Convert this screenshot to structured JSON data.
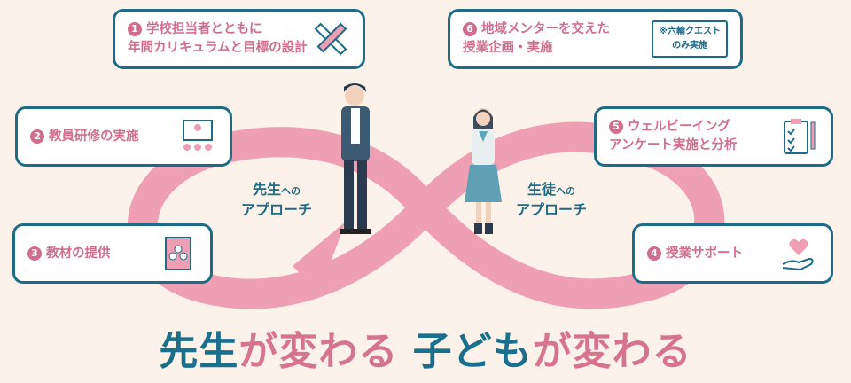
{
  "items": [
    {
      "num": "1",
      "line1": "学校担当者とともに",
      "line2": "年間カリキュラムと目標の設計",
      "icon": "pencil-ruler-icon"
    },
    {
      "num": "2",
      "line1": "教員研修の実施",
      "icon": "training-presentation-icon"
    },
    {
      "num": "3",
      "line1": "教材の提供",
      "icon": "textbook-icon"
    },
    {
      "num": "4",
      "line1": "授業サポート",
      "icon": "heart-hand-icon"
    },
    {
      "num": "5",
      "line1": "ウェルビーイング",
      "line2": "アンケート実施と分析",
      "icon": "clipboard-checklist-icon"
    },
    {
      "num": "6",
      "line1": "地域メンターを交えた",
      "line2": "授業企画・実施",
      "note1": "※六輪クエスト",
      "note2": "のみ実施"
    }
  ],
  "teacher_approach": {
    "a": "先生",
    "b": "への",
    "c": "アプローチ"
  },
  "student_approach": {
    "a": "生徒",
    "b": "への",
    "c": "アプローチ"
  },
  "title": {
    "p1": "先生",
    "p2": "が変わる ",
    "p3": "子ども",
    "p4": "が変わる"
  },
  "colors": {
    "teal": "#1d6b86",
    "pink": "#d06f8d",
    "loop": "#ee9fb4",
    "background": "#fcf2e9"
  }
}
